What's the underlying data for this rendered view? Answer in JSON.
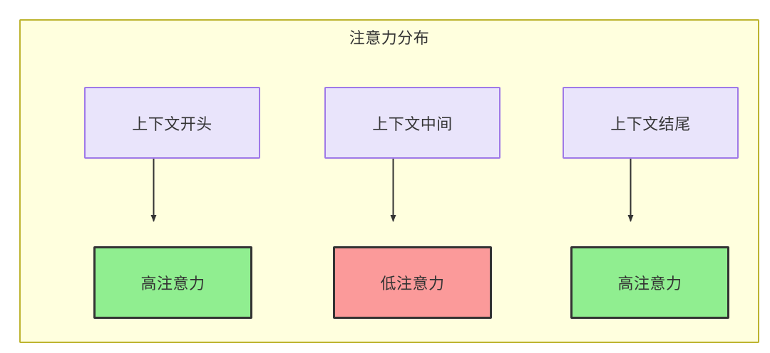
{
  "diagram": {
    "title": "注意力分布",
    "container": {
      "background_color": "#ffffde",
      "border_color": "#bdb430"
    },
    "top_nodes": [
      {
        "id": "context-start",
        "label": "上下文开头",
        "fill": "#e9e4fb",
        "stroke": "#9f79e8"
      },
      {
        "id": "context-middle",
        "label": "上下文中间",
        "fill": "#e9e4fb",
        "stroke": "#9f79e8"
      },
      {
        "id": "context-end",
        "label": "上下文结尾",
        "fill": "#e9e4fb",
        "stroke": "#9f79e8"
      }
    ],
    "bottom_nodes": [
      {
        "id": "high-attention-left",
        "label": "高注意力",
        "fill": "#90ee90",
        "stroke": "#333333"
      },
      {
        "id": "low-attention-middle",
        "label": "低注意力",
        "fill": "#fb9a9a",
        "stroke": "#333333"
      },
      {
        "id": "high-attention-right",
        "label": "高注意力",
        "fill": "#90ee90",
        "stroke": "#333333"
      }
    ],
    "edges": [
      {
        "from": "context-start",
        "to": "high-attention-left",
        "style": "solid-arrow",
        "color": "#333333"
      },
      {
        "from": "context-middle",
        "to": "low-attention-middle",
        "style": "solid-arrow",
        "color": "#333333"
      },
      {
        "from": "context-end",
        "to": "high-attention-right",
        "style": "solid-arrow",
        "color": "#333333"
      }
    ]
  }
}
